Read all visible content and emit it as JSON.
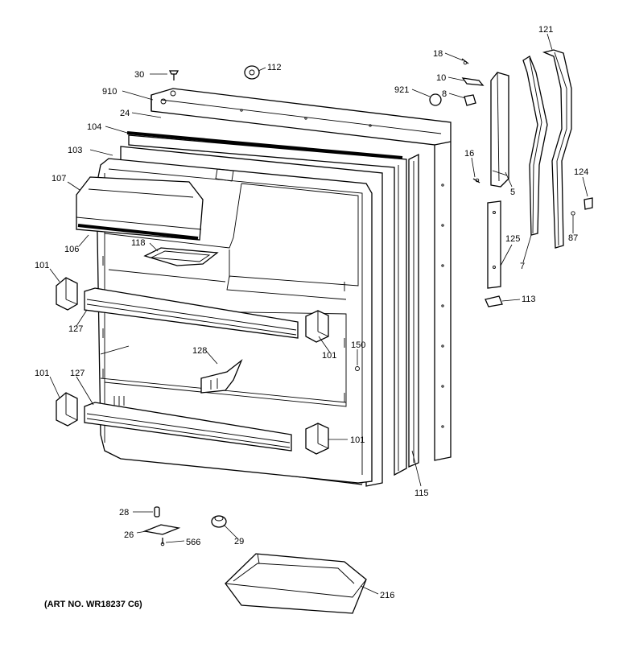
{
  "caption": "(ART NO. WR18237 C6)",
  "callouts": [
    {
      "id": "c30",
      "text": "30"
    },
    {
      "id": "c112",
      "text": "112"
    },
    {
      "id": "c910",
      "text": "910"
    },
    {
      "id": "c24",
      "text": "24"
    },
    {
      "id": "c104",
      "text": "104"
    },
    {
      "id": "c103",
      "text": "103"
    },
    {
      "id": "c107",
      "text": "107"
    },
    {
      "id": "c106",
      "text": "106"
    },
    {
      "id": "c118",
      "text": "118"
    },
    {
      "id": "c101a",
      "text": "101"
    },
    {
      "id": "c127a",
      "text": "127"
    },
    {
      "id": "c101b",
      "text": "101"
    },
    {
      "id": "c128",
      "text": "128"
    },
    {
      "id": "c150",
      "text": "150"
    },
    {
      "id": "c101c",
      "text": "101"
    },
    {
      "id": "c127b",
      "text": "127"
    },
    {
      "id": "c101d",
      "text": "101"
    },
    {
      "id": "c115",
      "text": "115"
    },
    {
      "id": "c18",
      "text": "18"
    },
    {
      "id": "c10",
      "text": "10"
    },
    {
      "id": "c921",
      "text": "921"
    },
    {
      "id": "c8",
      "text": "8"
    },
    {
      "id": "c121",
      "text": "121"
    },
    {
      "id": "c16",
      "text": "16"
    },
    {
      "id": "c5",
      "text": "5"
    },
    {
      "id": "c124",
      "text": "124"
    },
    {
      "id": "c125",
      "text": "125"
    },
    {
      "id": "c87",
      "text": "87"
    },
    {
      "id": "c7",
      "text": "7"
    },
    {
      "id": "c113",
      "text": "113"
    },
    {
      "id": "c28",
      "text": "28"
    },
    {
      "id": "c26",
      "text": "26"
    },
    {
      "id": "c566",
      "text": "566"
    },
    {
      "id": "c29",
      "text": "29"
    },
    {
      "id": "c216",
      "text": "216"
    }
  ]
}
